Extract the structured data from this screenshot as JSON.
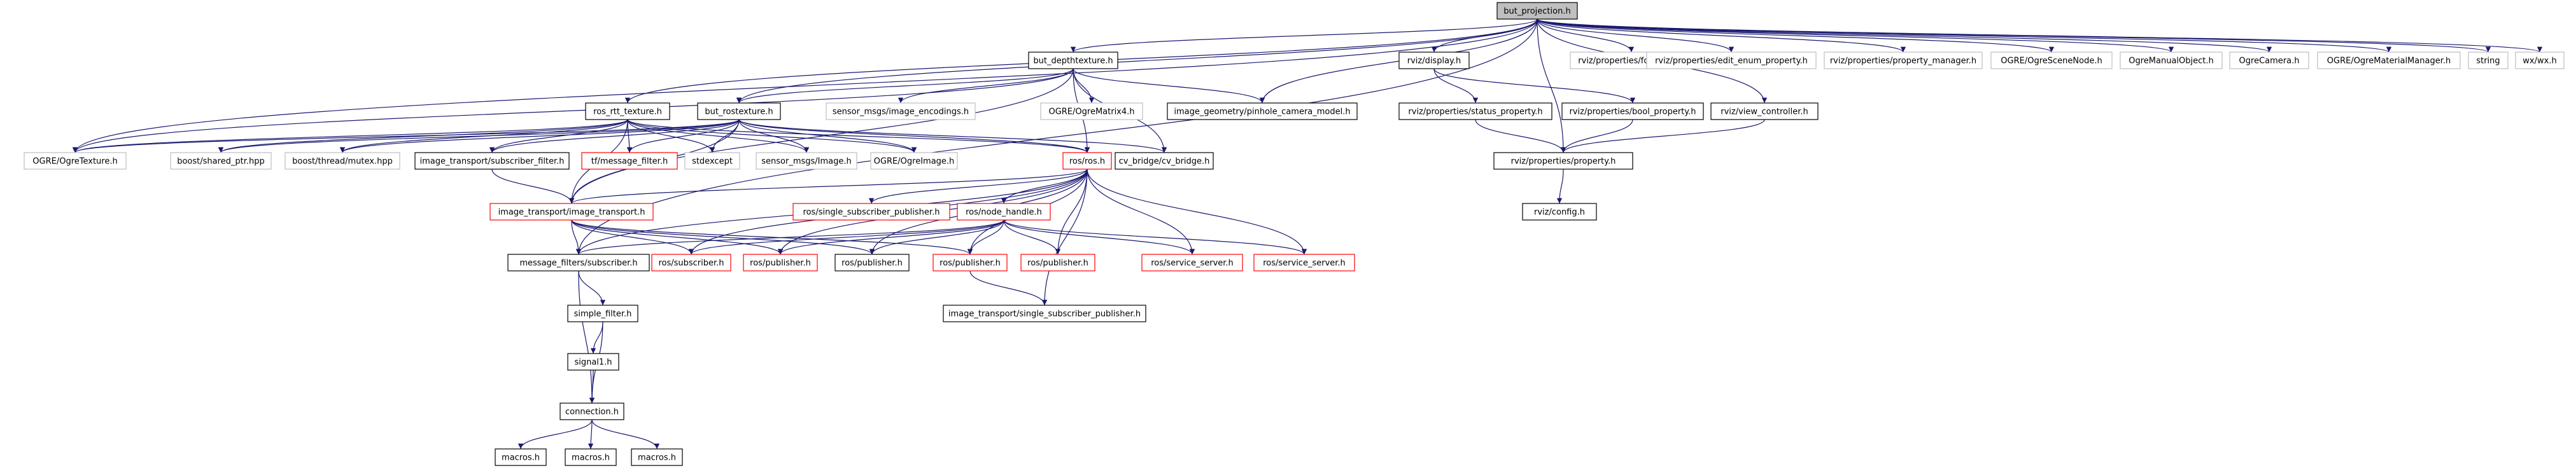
{
  "colors": {
    "edge": "#191970",
    "focus_fill": "#bfbfbf",
    "box_black": "#000000",
    "box_red": "#ff0000",
    "box_gray": "#bfbfbf",
    "text": "#000000"
  },
  "nodes": [
    {
      "id": "but_projection",
      "label": "but_projection.h",
      "style": "focus"
    },
    {
      "id": "ros_rtt_texture",
      "label": "ros_rtt_texture.h",
      "style": "black"
    },
    {
      "id": "but_depthtexture",
      "label": "but_depthtexture.h",
      "style": "black"
    },
    {
      "id": "rviz_display",
      "label": "rviz/display.h",
      "style": "black"
    },
    {
      "id": "rviz_forwards",
      "label": "rviz/properties/forwards.h",
      "style": "gray"
    },
    {
      "id": "rviz_edit_enum",
      "label": "rviz/properties/edit_enum_property.h",
      "style": "gray"
    },
    {
      "id": "rviz_prop_manager",
      "label": "rviz/properties/property_manager.h",
      "style": "gray"
    },
    {
      "id": "ogre_scenenode",
      "label": "OGRE/OgreSceneNode.h",
      "style": "gray"
    },
    {
      "id": "ogre_manualobject",
      "label": "OgreManualObject.h",
      "style": "gray"
    },
    {
      "id": "ogre_camera",
      "label": "OgreCamera.h",
      "style": "gray"
    },
    {
      "id": "ogre_materialmanager",
      "label": "OGRE/OgreMaterialManager.h",
      "style": "gray"
    },
    {
      "id": "string",
      "label": "string",
      "style": "gray"
    },
    {
      "id": "wx",
      "label": "wx/wx.h",
      "style": "gray"
    },
    {
      "id": "but_rostexture",
      "label": "but_rostexture.h",
      "style": "black"
    },
    {
      "id": "sensor_image_enc",
      "label": "sensor_msgs/image_encodings.h",
      "style": "gray"
    },
    {
      "id": "ogre_matrix4",
      "label": "OGRE/OgreMatrix4.h",
      "style": "gray"
    },
    {
      "id": "image_geometry",
      "label": "image_geometry/pinhole_camera_model.h",
      "style": "black"
    },
    {
      "id": "rviz_status_prop",
      "label": "rviz/properties/status_property.h",
      "style": "black"
    },
    {
      "id": "rviz_bool_prop",
      "label": "rviz/properties/bool_property.h",
      "style": "black"
    },
    {
      "id": "rviz_view_ctrl",
      "label": "rviz/view_controller.h",
      "style": "black"
    },
    {
      "id": "ogre_texture",
      "label": "OGRE/OgreTexture.h",
      "style": "gray"
    },
    {
      "id": "boost_shared_ptr",
      "label": "boost/shared_ptr.hpp",
      "style": "gray"
    },
    {
      "id": "boost_mutex",
      "label": "boost/thread/mutex.hpp",
      "style": "gray"
    },
    {
      "id": "it_subscriber_filter",
      "label": "image_transport/subscriber_filter.h",
      "style": "black"
    },
    {
      "id": "tf_message_filter",
      "label": "tf/message_filter.h",
      "style": "red"
    },
    {
      "id": "stdexcept",
      "label": "stdexcept",
      "style": "gray"
    },
    {
      "id": "sensor_image",
      "label": "sensor_msgs/Image.h",
      "style": "gray"
    },
    {
      "id": "ogre_image",
      "label": "OGRE/OgreImage.h",
      "style": "gray"
    },
    {
      "id": "ros_ros",
      "label": "ros/ros.h",
      "style": "red"
    },
    {
      "id": "cv_bridge",
      "label": "cv_bridge/cv_bridge.h",
      "style": "black"
    },
    {
      "id": "rviz_property",
      "label": "rviz/properties/property.h",
      "style": "black"
    },
    {
      "id": "it_image_transport",
      "label": "image_transport/image_transport.h",
      "style": "red"
    },
    {
      "id": "ros_single_sub_pub",
      "label": "ros/single_subscriber_publisher.h",
      "style": "red"
    },
    {
      "id": "ros_node_handle",
      "label": "ros/node_handle.h",
      "style": "red"
    },
    {
      "id": "rviz_config",
      "label": "rviz/config.h",
      "style": "black"
    },
    {
      "id": "mf_subscriber",
      "label": "message_filters/subscriber.h",
      "style": "black"
    },
    {
      "id": "ros_subscriber",
      "label": "ros/subscriber.h",
      "style": "red"
    },
    {
      "id": "ros_publisher_a",
      "label": "ros/publisher.h",
      "style": "red"
    },
    {
      "id": "ros_publisher_b",
      "label": "ros/publisher.h",
      "style": "black"
    },
    {
      "id": "ros_publisher_c",
      "label": "ros/publisher.h",
      "style": "red"
    },
    {
      "id": "ros_publisher_d",
      "label": "ros/publisher.h",
      "style": "red"
    },
    {
      "id": "ros_service_server_a",
      "label": "ros/service_server.h",
      "style": "red"
    },
    {
      "id": "ros_service_server_b",
      "label": "ros/service_server.h",
      "style": "red"
    },
    {
      "id": "simple_filter",
      "label": "simple_filter.h",
      "style": "black"
    },
    {
      "id": "it_single_sub_pub",
      "label": "image_transport/single_subscriber_publisher.h",
      "style": "black"
    },
    {
      "id": "signal1",
      "label": "signal1.h",
      "style": "black"
    },
    {
      "id": "connection",
      "label": "connection.h",
      "style": "black"
    },
    {
      "id": "macros_a",
      "label": "macros.h",
      "style": "black"
    },
    {
      "id": "macros_b",
      "label": "macros.h",
      "style": "black"
    },
    {
      "id": "macros_c",
      "label": "macros.h",
      "style": "black"
    }
  ],
  "edges": [
    [
      "but_projection",
      "ros_rtt_texture"
    ],
    [
      "but_projection",
      "but_depthtexture"
    ],
    [
      "but_projection",
      "rviz_display"
    ],
    [
      "but_projection",
      "rviz_forwards"
    ],
    [
      "but_projection",
      "rviz_edit_enum"
    ],
    [
      "but_projection",
      "rviz_prop_manager"
    ],
    [
      "but_projection",
      "ogre_scenenode"
    ],
    [
      "but_projection",
      "ogre_manualobject"
    ],
    [
      "but_projection",
      "ogre_camera"
    ],
    [
      "but_projection",
      "ogre_materialmanager"
    ],
    [
      "but_projection",
      "string"
    ],
    [
      "but_projection",
      "wx"
    ],
    [
      "but_projection",
      "image_geometry"
    ],
    [
      "but_projection",
      "rviz_property"
    ],
    [
      "but_projection",
      "rviz_view_ctrl"
    ],
    [
      "but_projection",
      "but_rostexture"
    ],
    [
      "but_projection",
      "mf_subscriber"
    ],
    [
      "but_projection",
      "ogre_texture"
    ],
    [
      "ros_rtt_texture",
      "ogre_texture"
    ],
    [
      "ros_rtt_texture",
      "boost_shared_ptr"
    ],
    [
      "ros_rtt_texture",
      "boost_mutex"
    ],
    [
      "ros_rtt_texture",
      "it_subscriber_filter"
    ],
    [
      "ros_rtt_texture",
      "tf_message_filter"
    ],
    [
      "ros_rtt_texture",
      "stdexcept"
    ],
    [
      "ros_rtt_texture",
      "sensor_image"
    ],
    [
      "ros_rtt_texture",
      "ogre_image"
    ],
    [
      "ros_rtt_texture",
      "ros_ros"
    ],
    [
      "ros_rtt_texture",
      "it_image_transport"
    ],
    [
      "but_depthtexture",
      "but_rostexture"
    ],
    [
      "but_depthtexture",
      "sensor_image_enc"
    ],
    [
      "but_depthtexture",
      "ogre_matrix4"
    ],
    [
      "but_depthtexture",
      "image_geometry"
    ],
    [
      "but_depthtexture",
      "cv_bridge"
    ],
    [
      "but_depthtexture",
      "ros_ros"
    ],
    [
      "but_depthtexture",
      "ogre_texture"
    ],
    [
      "but_depthtexture",
      "it_image_transport"
    ],
    [
      "rviz_display",
      "rviz_status_prop"
    ],
    [
      "rviz_display",
      "rviz_bool_prop"
    ],
    [
      "rviz_status_prop",
      "rviz_property"
    ],
    [
      "rviz_bool_prop",
      "rviz_property"
    ],
    [
      "rviz_view_ctrl",
      "rviz_property"
    ],
    [
      "rviz_property",
      "rviz_config"
    ],
    [
      "but_rostexture",
      "ogre_texture"
    ],
    [
      "but_rostexture",
      "boost_shared_ptr"
    ],
    [
      "but_rostexture",
      "boost_mutex"
    ],
    [
      "but_rostexture",
      "it_subscriber_filter"
    ],
    [
      "but_rostexture",
      "tf_message_filter"
    ],
    [
      "but_rostexture",
      "stdexcept"
    ],
    [
      "but_rostexture",
      "sensor_image"
    ],
    [
      "but_rostexture",
      "ogre_image"
    ],
    [
      "but_rostexture",
      "ros_ros"
    ],
    [
      "but_rostexture",
      "cv_bridge"
    ],
    [
      "but_rostexture",
      "it_image_transport"
    ],
    [
      "it_subscriber_filter",
      "it_image_transport"
    ],
    [
      "ros_ros",
      "it_image_transport"
    ],
    [
      "ros_ros",
      "ros_single_sub_pub"
    ],
    [
      "ros_ros",
      "ros_node_handle"
    ],
    [
      "ros_ros",
      "mf_subscriber"
    ],
    [
      "ros_ros",
      "ros_subscriber"
    ],
    [
      "ros_ros",
      "ros_publisher_a"
    ],
    [
      "ros_ros",
      "ros_publisher_b"
    ],
    [
      "ros_ros",
      "ros_publisher_c"
    ],
    [
      "ros_ros",
      "ros_publisher_d"
    ],
    [
      "ros_ros",
      "ros_service_server_a"
    ],
    [
      "ros_ros",
      "ros_service_server_b"
    ],
    [
      "ros_ros",
      "it_single_sub_pub"
    ],
    [
      "it_image_transport",
      "mf_subscriber"
    ],
    [
      "it_image_transport",
      "ros_subscriber"
    ],
    [
      "it_image_transport",
      "ros_publisher_a"
    ],
    [
      "it_image_transport",
      "ros_publisher_b"
    ],
    [
      "it_image_transport",
      "ros_publisher_c"
    ],
    [
      "ros_node_handle",
      "mf_subscriber"
    ],
    [
      "ros_node_handle",
      "ros_subscriber"
    ],
    [
      "ros_node_handle",
      "ros_publisher_a"
    ],
    [
      "ros_node_handle",
      "ros_publisher_b"
    ],
    [
      "ros_node_handle",
      "ros_publisher_c"
    ],
    [
      "ros_node_handle",
      "ros_publisher_d"
    ],
    [
      "ros_node_handle",
      "ros_service_server_a"
    ],
    [
      "ros_node_handle",
      "ros_service_server_b"
    ],
    [
      "ros_publisher_c",
      "it_single_sub_pub"
    ],
    [
      "mf_subscriber",
      "simple_filter"
    ],
    [
      "mf_subscriber",
      "connection"
    ],
    [
      "simple_filter",
      "signal1"
    ],
    [
      "simple_filter",
      "connection"
    ],
    [
      "signal1",
      "connection"
    ],
    [
      "connection",
      "macros_a"
    ],
    [
      "connection",
      "macros_b"
    ],
    [
      "connection",
      "macros_c"
    ]
  ]
}
